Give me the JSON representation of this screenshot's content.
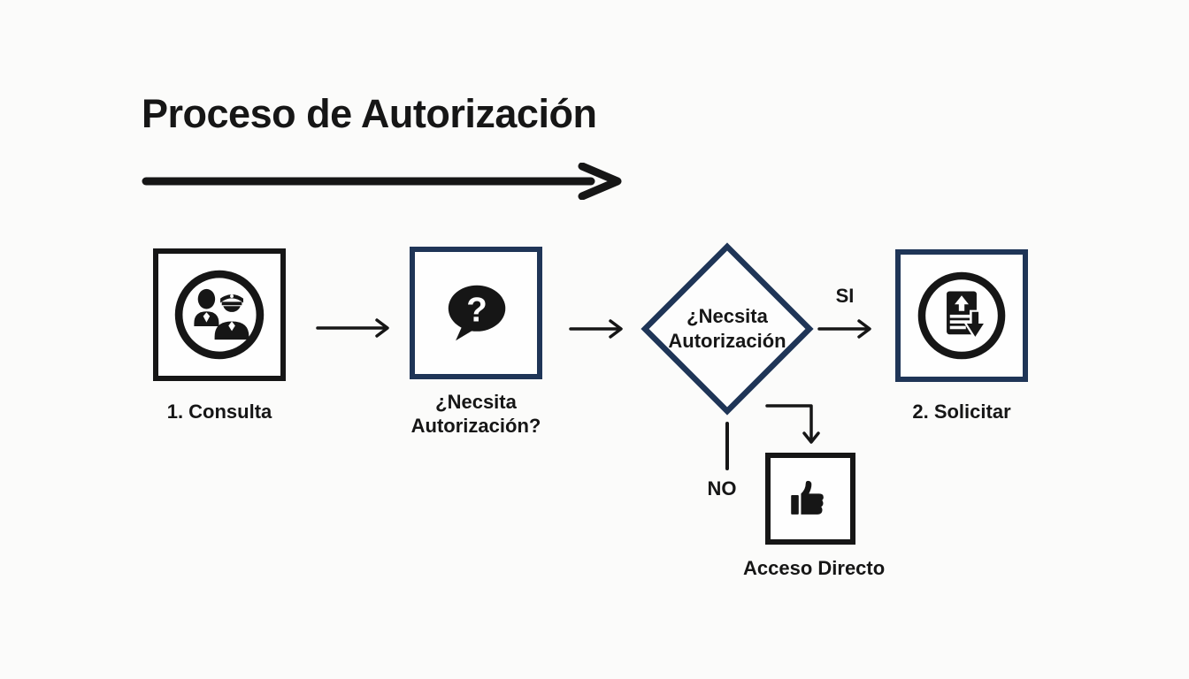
{
  "page": {
    "title": "Proceso de Autorización"
  },
  "colors": {
    "background": "#fbfbfa",
    "ink": "#161616",
    "navy": "#1f3557"
  },
  "nodes": {
    "consulta": {
      "label": "1. Consulta",
      "icon": "doctor-patient-icon"
    },
    "pregunta": {
      "label_line1": "¿Necsita",
      "label_line2": "Autorización?",
      "icon": "question-bubble-icon"
    },
    "decision": {
      "line1": "¿Necsita",
      "line2": "Autorización"
    },
    "solicitar": {
      "label": "2. Solicitar",
      "icon": "document-transfer-icon"
    },
    "acceso_directo": {
      "label": "Acceso Directo",
      "icon": "thumbs-up-icon"
    }
  },
  "branches": {
    "si": "SI",
    "no": "NO"
  },
  "icons": {
    "question_mark": "?"
  }
}
